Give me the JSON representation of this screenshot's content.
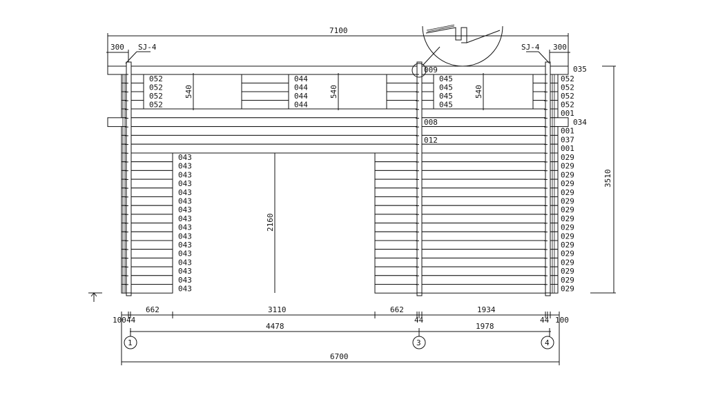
{
  "title_dims": {
    "overall_top": "7100",
    "overhang_left": "300",
    "overhang_right": "300",
    "height_total": "3510",
    "door_height": "2160",
    "window_height": "540"
  },
  "corner_labels": {
    "left": "SJ-4",
    "right": "SJ-4"
  },
  "center_labels": [
    "009",
    "008",
    "012"
  ],
  "right_labels": [
    "035",
    "052",
    "052",
    "052",
    "052",
    "001",
    "034",
    "001",
    "037",
    "001",
    "029",
    "029",
    "029",
    "029",
    "029",
    "029",
    "029",
    "029",
    "029",
    "029",
    "029",
    "029",
    "029",
    "029",
    "029",
    "029"
  ],
  "left_window_labels": [
    "052",
    "052",
    "052",
    "052"
  ],
  "mid_window_labels": [
    "044",
    "044",
    "044",
    "044"
  ],
  "right_window_labels": [
    "045",
    "045",
    "045",
    "045"
  ],
  "left_door_labels": [
    "043",
    "043",
    "043",
    "043",
    "043",
    "043",
    "043",
    "043",
    "043",
    "043",
    "043",
    "043",
    "043",
    "043",
    "043",
    "043"
  ],
  "bottom_dims": {
    "row1": [
      "662",
      "3110",
      "662",
      "1934"
    ],
    "small": [
      "100",
      "44",
      "44",
      "44",
      "100"
    ],
    "axis_spans": [
      "4478",
      "1978"
    ],
    "overall": "6700"
  },
  "axes": [
    "1",
    "3",
    "4"
  ]
}
